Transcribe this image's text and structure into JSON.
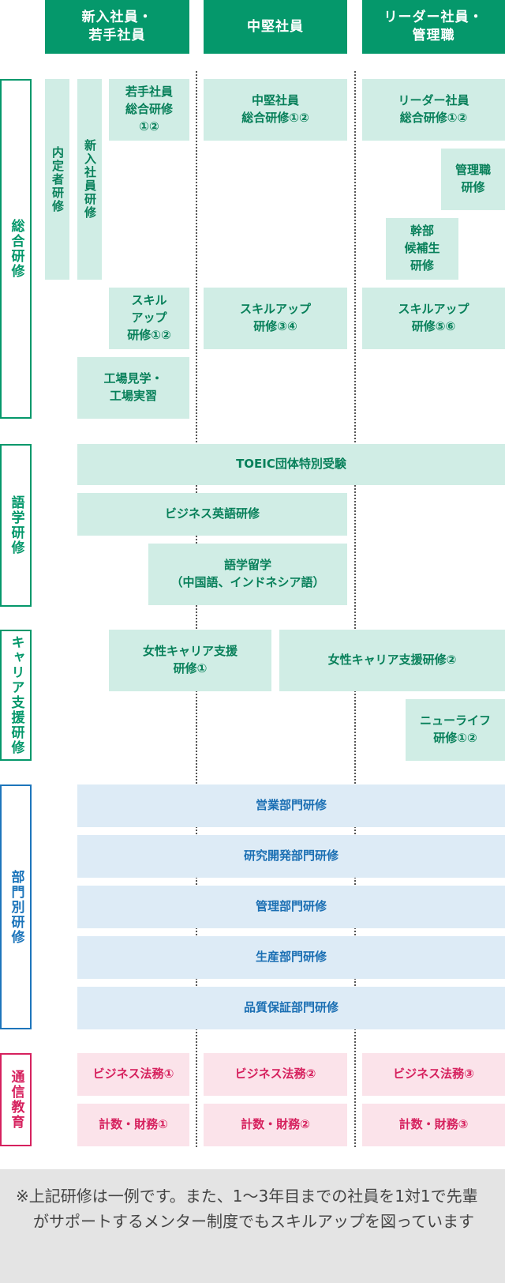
{
  "headers": [
    "新入社員・\n若手社員",
    "中堅社員",
    "リーダー社員・\n管理職"
  ],
  "categories": {
    "general": "総合研修",
    "language": "語学研修",
    "career": "キャリア支援研修",
    "department": "部門別研修",
    "correspondence": "通信教育"
  },
  "general": {
    "naitei": "内定者研修",
    "shinnyu": "新入社員研修",
    "wakate": "若手社員\n総合研修\n①②",
    "chuken": "中堅社員\n総合研修①②",
    "leader": "リーダー社員\n総合研修①②",
    "kanri": "管理職\n研修",
    "kanbu": "幹部\n候補生\n研修",
    "skill12": "スキル\nアップ\n研修①②",
    "skill34": "スキルアップ\n研修③④",
    "skill56": "スキルアップ\n研修⑤⑥",
    "factory": "工場見学・\n工場実習"
  },
  "language": {
    "toeic": "TOEIC団体特別受験",
    "english": "ビジネス英語研修",
    "study_abroad": "語学留学\n（中国語、インドネシア語）"
  },
  "career": {
    "women1": "女性キャリア支援\n研修①",
    "women2": "女性キャリア支援研修②",
    "newlife": "ニューライフ\n研修①②"
  },
  "department": {
    "sales": "営業部門研修",
    "rnd": "研究開発部門研修",
    "management": "管理部門研修",
    "production": "生産部門研修",
    "qa": "品質保証部門研修"
  },
  "correspondence": {
    "law1": "ビジネス法務①",
    "law2": "ビジネス法務②",
    "law3": "ビジネス法務③",
    "finance1": "計数・財務①",
    "finance2": "計数・財務②",
    "finance3": "計数・財務③"
  },
  "note": "※上記研修は一例です。また、1～3年目までの社員を1対1で先輩がサポートするメンター制度でもスキルアップを図っています",
  "colors": {
    "green": "#05986b",
    "green_light": "#d0ede5",
    "blue": "#1d75bb",
    "blue_light": "#ddebf6",
    "pink": "#d6215e",
    "pink_light": "#fbe3ea"
  }
}
